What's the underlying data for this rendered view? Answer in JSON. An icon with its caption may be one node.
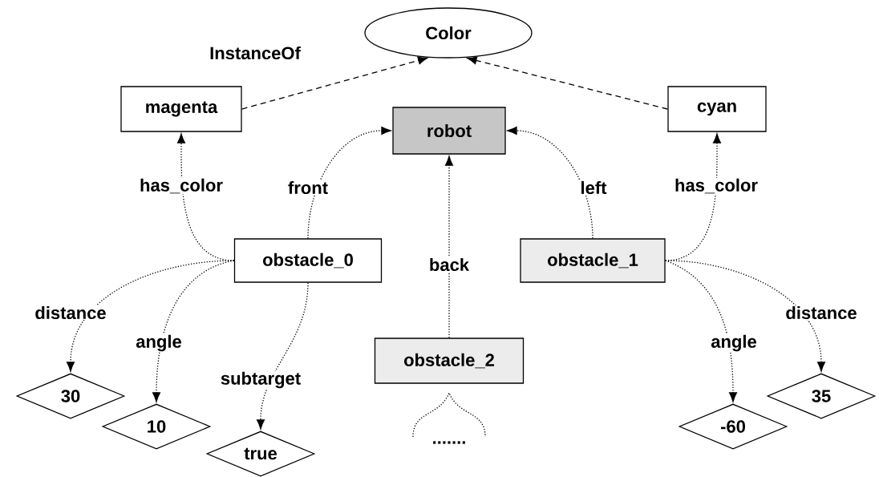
{
  "diagram": {
    "nodes": [
      {
        "text": [
          "Color"
        ]
      },
      {
        "text": [
          "magenta"
        ]
      },
      {
        "text": [
          "robot"
        ]
      },
      {
        "text": [
          "cyan"
        ]
      },
      {
        "text": [
          "obstacle_0"
        ]
      },
      {
        "text": [
          "obstacle_1"
        ]
      },
      {
        "text": [
          "obstacle_2"
        ]
      },
      {
        "text": [
          "30"
        ]
      },
      {
        "text": [
          "10"
        ]
      },
      {
        "text": [
          "true"
        ]
      },
      {
        "text": [
          "-60"
        ]
      },
      {
        "text": [
          "35"
        ]
      }
    ],
    "edges": [
      {
        "from": 1,
        "to": 0,
        "arrow": "to",
        "label": "InstanceOf",
        "style": "dashed"
      },
      {
        "from": 3,
        "to": 0,
        "arrow": "to",
        "style": "dashed"
      },
      {
        "from": 4,
        "to": 1,
        "arrow": "to",
        "label": "has_color"
      },
      {
        "from": 4,
        "to": 2,
        "arrow": "to",
        "label": "front"
      },
      {
        "from": 6,
        "to": 2,
        "arrow": "to",
        "label": "back"
      },
      {
        "from": 5,
        "to": 2,
        "arrow": "to",
        "label": "left"
      },
      {
        "from": 5,
        "to": 3,
        "arrow": "to",
        "label": "has_color"
      },
      {
        "from": 4,
        "to": 7,
        "arrow": "to",
        "label": "distance"
      },
      {
        "from": 4,
        "to": 8,
        "arrow": "to",
        "label": "angle"
      },
      {
        "from": 4,
        "to": 9,
        "arrow": "to",
        "label": "subtarget"
      },
      {
        "from": 5,
        "to": 10,
        "arrow": "to",
        "label": "angle"
      },
      {
        "from": 5,
        "to": 11,
        "arrow": "to",
        "label": "distance"
      }
    ],
    "labels": [
      "......."
    ]
  }
}
